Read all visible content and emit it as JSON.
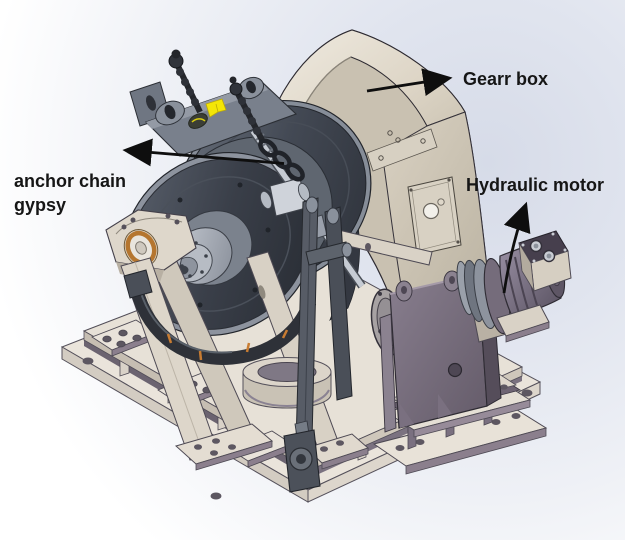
{
  "annotations": {
    "gear_box": {
      "label": "Gearr box"
    },
    "anchor_chain_gypsy": {
      "line1": "anchor chain",
      "line2": "gypsy"
    },
    "hydraulic_motor": {
      "label": "Hydraulic motor"
    }
  },
  "palette": {
    "background_blue_grey": "#d6dbe8",
    "background_white": "#ffffff",
    "annotation_text": "#161616",
    "arrow": "#0e0e0e",
    "housing_beige_light": "#ece6da",
    "housing_beige_mid": "#cfc7b7",
    "base_cream": "#e9e3da",
    "edge_lilac": "#8b7f8d",
    "pedestal_plum": "#7d7382",
    "steel_light": "#b4bac3",
    "steel_mid": "#6d7480",
    "steel_dark": "#343841",
    "bronze_ring": "#b5762f",
    "sticker_yellow": "#f4e606"
  }
}
